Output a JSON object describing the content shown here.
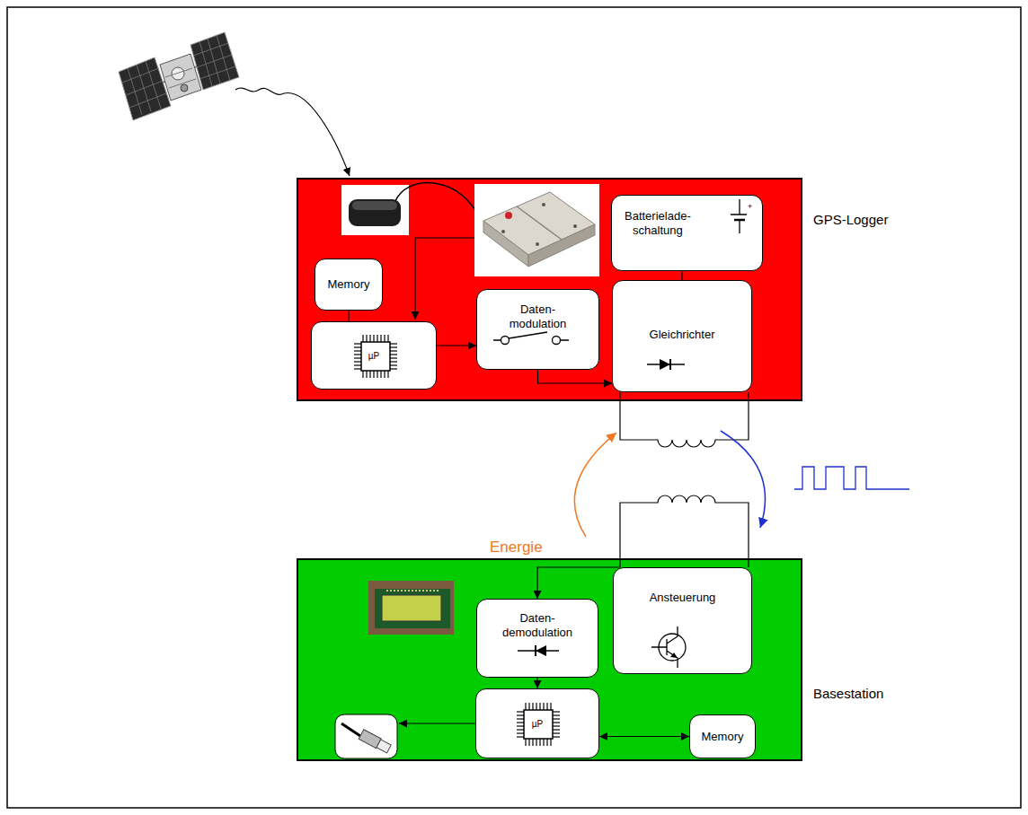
{
  "diagram": {
    "nodes": [
      {
        "text": [
          "GPS-Logger"
        ]
      },
      {
        "text": [
          "Memory"
        ],
        "in": 0
      },
      {
        "text": [
          "µP"
        ],
        "in": 0
      },
      {
        "text": [
          "Daten- modulation"
        ],
        "in": 0
      },
      {
        "text": [
          "Batterielade- schaltung"
        ],
        "in": 0
      },
      {
        "text": [
          "Gleichrichter"
        ],
        "in": 0
      },
      {
        "text": [
          "Basestation"
        ]
      },
      {
        "text": [
          "Daten- demodulation"
        ],
        "in": 6
      },
      {
        "text": [
          "Ansteuerung"
        ],
        "in": 6
      },
      {
        "text": [
          "µP"
        ],
        "in": 6
      },
      {
        "text": [
          "Memory"
        ],
        "in": 6
      }
    ],
    "edges": [
      {
        "from": 2,
        "to": 3,
        "arrow": "to"
      },
      {
        "from": 1,
        "to": 2,
        "arrow": "none"
      },
      {
        "from": 3,
        "to": 5,
        "arrow": "to"
      },
      {
        "from": 4,
        "to": 5,
        "arrow": "none"
      },
      {
        "from": 8,
        "to": 7,
        "arrow": "to"
      },
      {
        "from": 7,
        "to": 9,
        "arrow": "to"
      },
      {
        "from": 9,
        "to": 10,
        "arrow": "both"
      }
    ],
    "labels": [
      "Energie",
      "+"
    ]
  }
}
